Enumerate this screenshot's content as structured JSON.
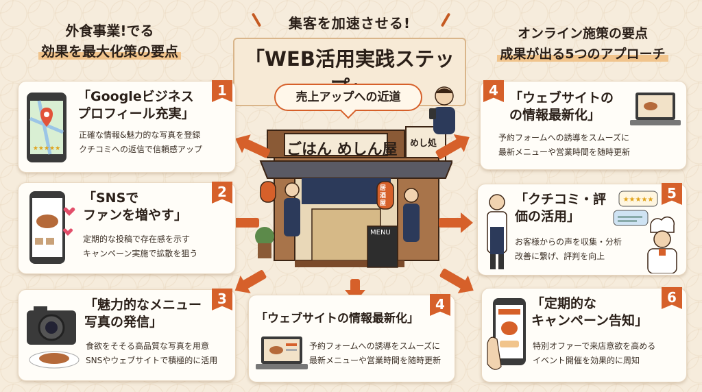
{
  "header": {
    "left_line1": "外食事業!でる",
    "left_line2": "効果を最大化策の要点",
    "center_sub": "集客を加速させる!",
    "center_main": "「WEB活用実践ステップ」",
    "right_line1": "オンライン施策の要点",
    "right_line2": "成果が出る5つのアプローチ"
  },
  "center": {
    "bubble": "売上アップへの近道",
    "shop_name": "ごはん めしん屋",
    "side_sign": "めし処",
    "lantern": "居酒屋",
    "menu_board": "MENU"
  },
  "cards": [
    {
      "num": "1",
      "title1": "「Googleビジネス",
      "title2": "プロフィール充実」",
      "desc1": "正確な情報&魅力的な写真を登録",
      "desc2": "クチコミへの返信で信頼感アップ",
      "icon": "map-phone-icon"
    },
    {
      "num": "2",
      "title1": "「SNSで",
      "title2": "ファンを増やす」",
      "desc1": "定期的な投稿で存在感を示す",
      "desc2": "キャンペーン実施で拡散を狙う",
      "icon": "social-phone-icon"
    },
    {
      "num": "3",
      "title1": "「魅力的なメニュー",
      "title2": "写真の発信」",
      "desc1": "食欲をそそる高品質な写真を用意",
      "desc2": "SNSやウェブサイトで積極的に活用",
      "icon": "camera-icon"
    },
    {
      "num": "4",
      "title1": "「ウェブサイトの情報最新化」",
      "title2": "",
      "desc1": "予約フォームへの誘導をスムーズに",
      "desc2": "最新メニューや営業時間を随時更新",
      "icon": "laptop-icon"
    },
    {
      "num": "4",
      "title1": "「ウェブサイトの",
      "title2": "の情報最新化」",
      "desc1": "予約フォームへの誘導をスムーズに",
      "desc2": "最新メニューや営業時間を随時更新",
      "icon": "laptop-icon"
    },
    {
      "num": "5",
      "title1": "「クチコミ・評",
      "title2": "価の活用」",
      "desc1": "お客様からの声を収集・分析",
      "desc2": "改善に繋げ、評判を向上",
      "icon": "review-bubble-icon"
    },
    {
      "num": "6",
      "title1": "「定期的な",
      "title2": "キャンペーン告知」",
      "desc1": "特別オファーで来店意欲を高める",
      "desc2": "イベント開催を効果的に周知",
      "icon": "coupon-phone-icon"
    }
  ],
  "colors": {
    "accent": "#d6602a",
    "background": "#f6ecdc",
    "card": "#fffdf8"
  }
}
